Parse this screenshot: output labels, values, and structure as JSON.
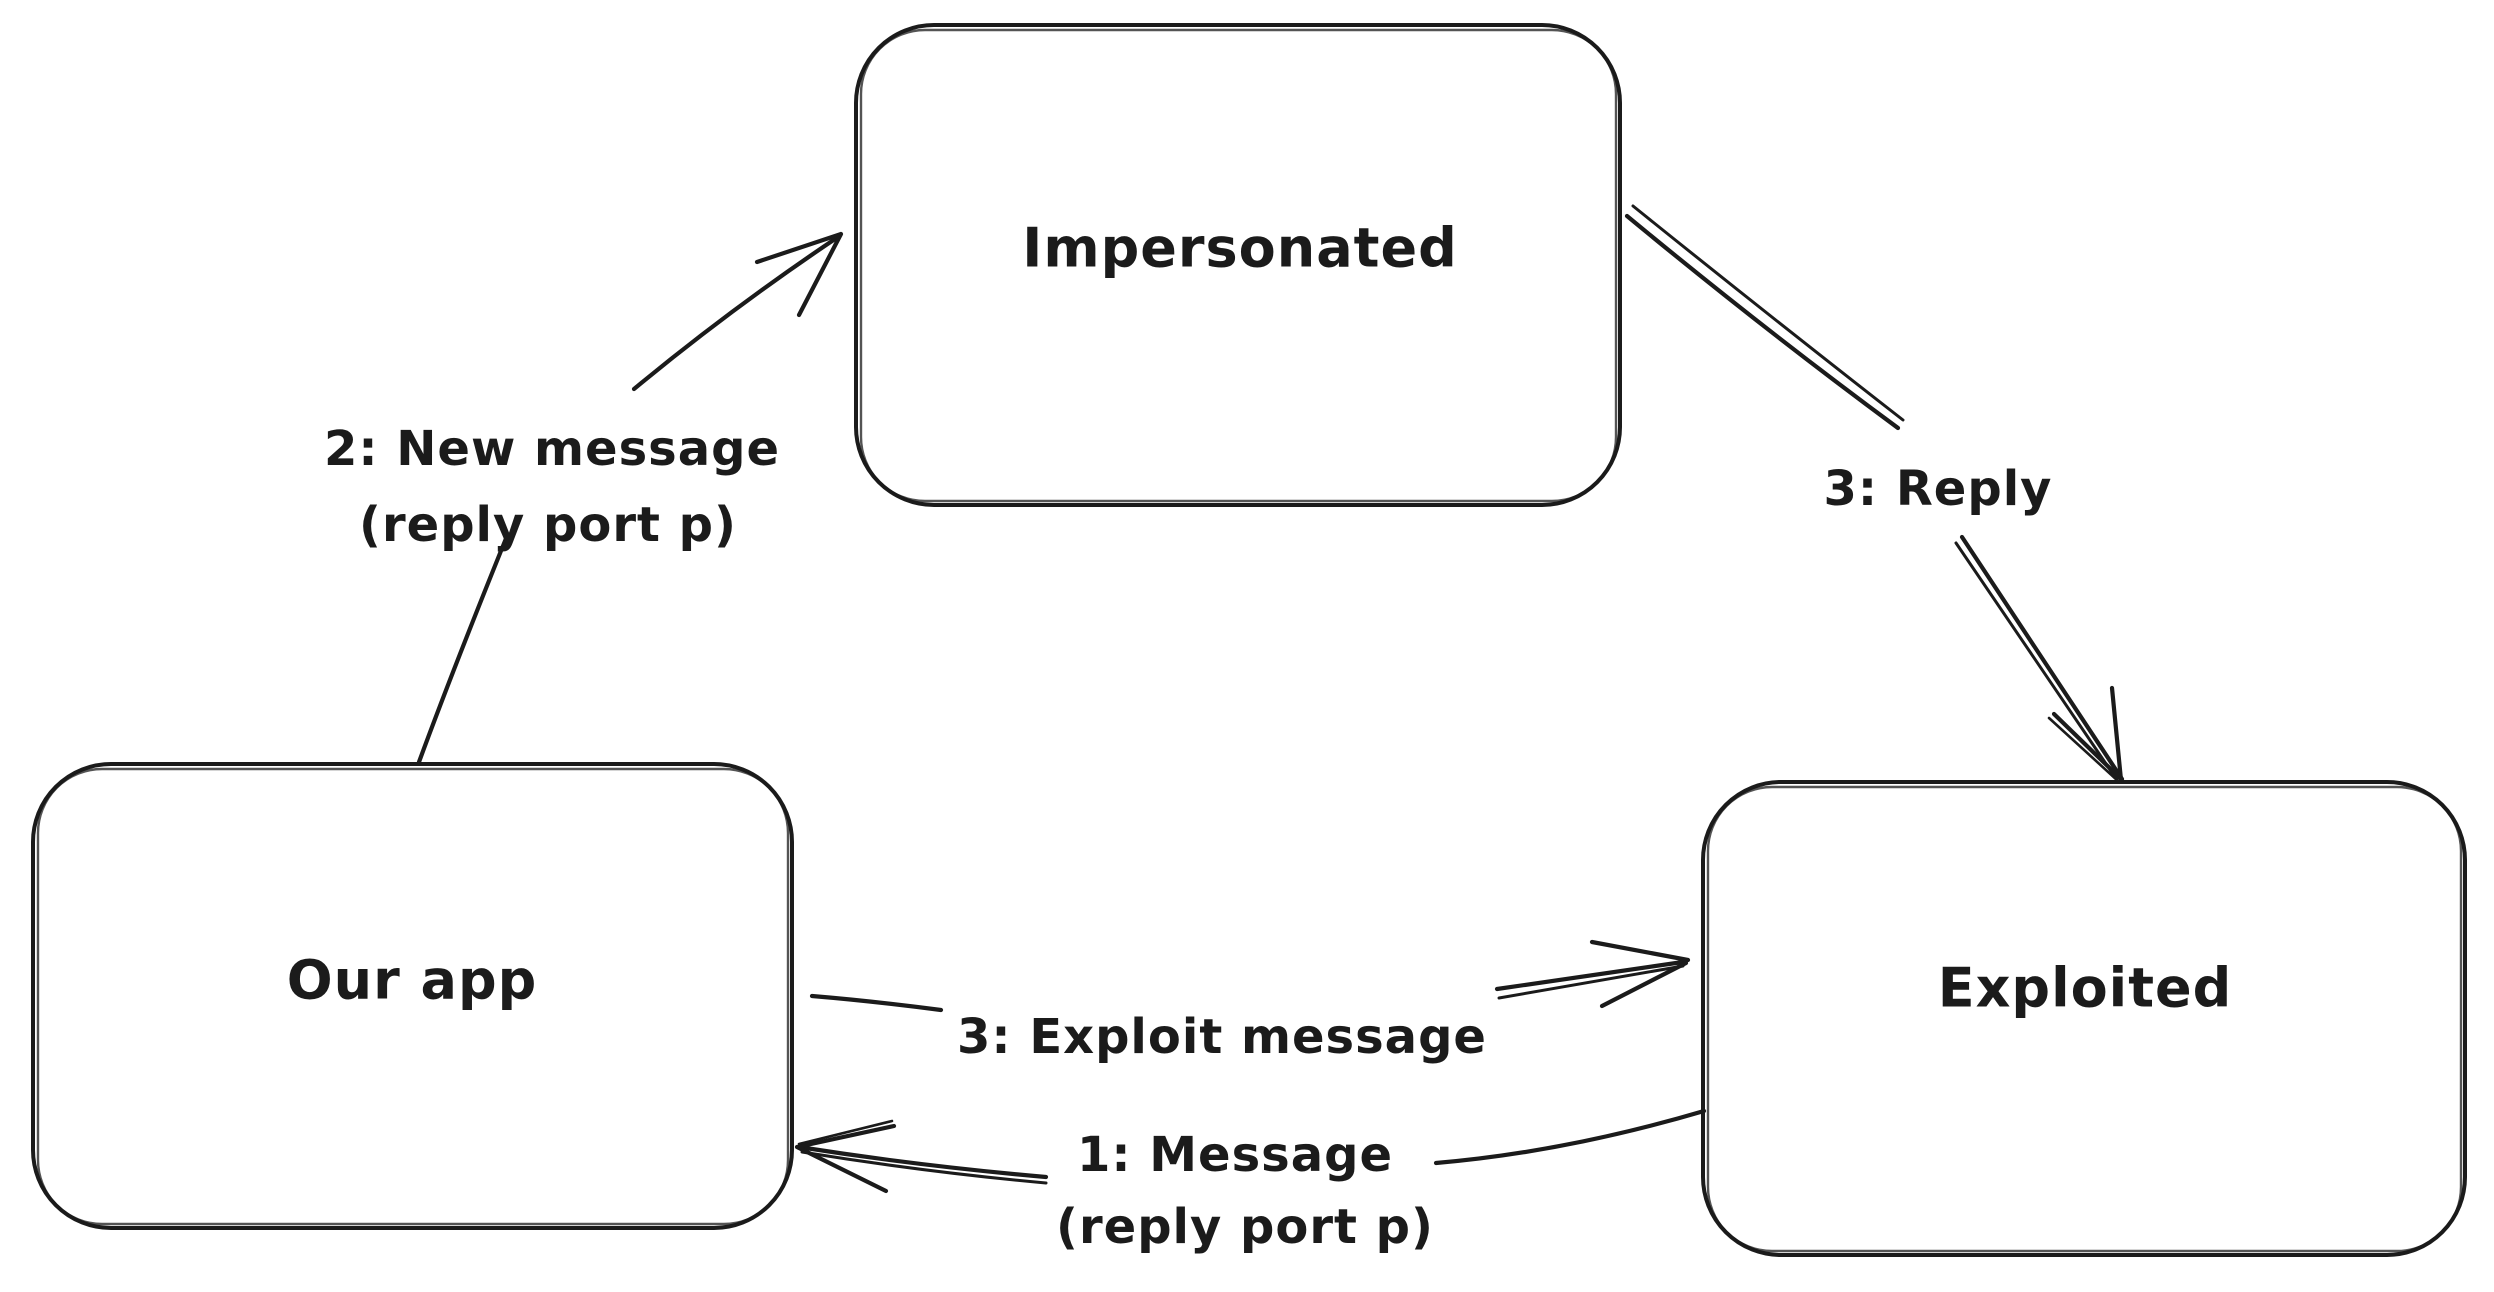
{
  "diagram": {
    "colors": {
      "ink": "#1b1b1b",
      "background": "#ffffff"
    },
    "nodes": [
      {
        "id": "impersonated",
        "label": "Impersonated"
      },
      {
        "id": "our-app",
        "label": "Our app"
      },
      {
        "id": "exploited",
        "label": "Exploited"
      }
    ],
    "edges": [
      {
        "id": "new-message",
        "from": "our-app",
        "to": "impersonated",
        "label_lines": [
          "2: New message",
          "(reply port p)"
        ]
      },
      {
        "id": "reply",
        "from": "impersonated",
        "to": "exploited",
        "label_lines": [
          "3: Reply"
        ]
      },
      {
        "id": "exploit-message",
        "from": "our-app",
        "to": "exploited",
        "label_lines": [
          "3: Exploit message"
        ]
      },
      {
        "id": "message",
        "from": "exploited",
        "to": "our-app",
        "label_lines": [
          "1: Message",
          "(reply port p)"
        ]
      }
    ]
  }
}
